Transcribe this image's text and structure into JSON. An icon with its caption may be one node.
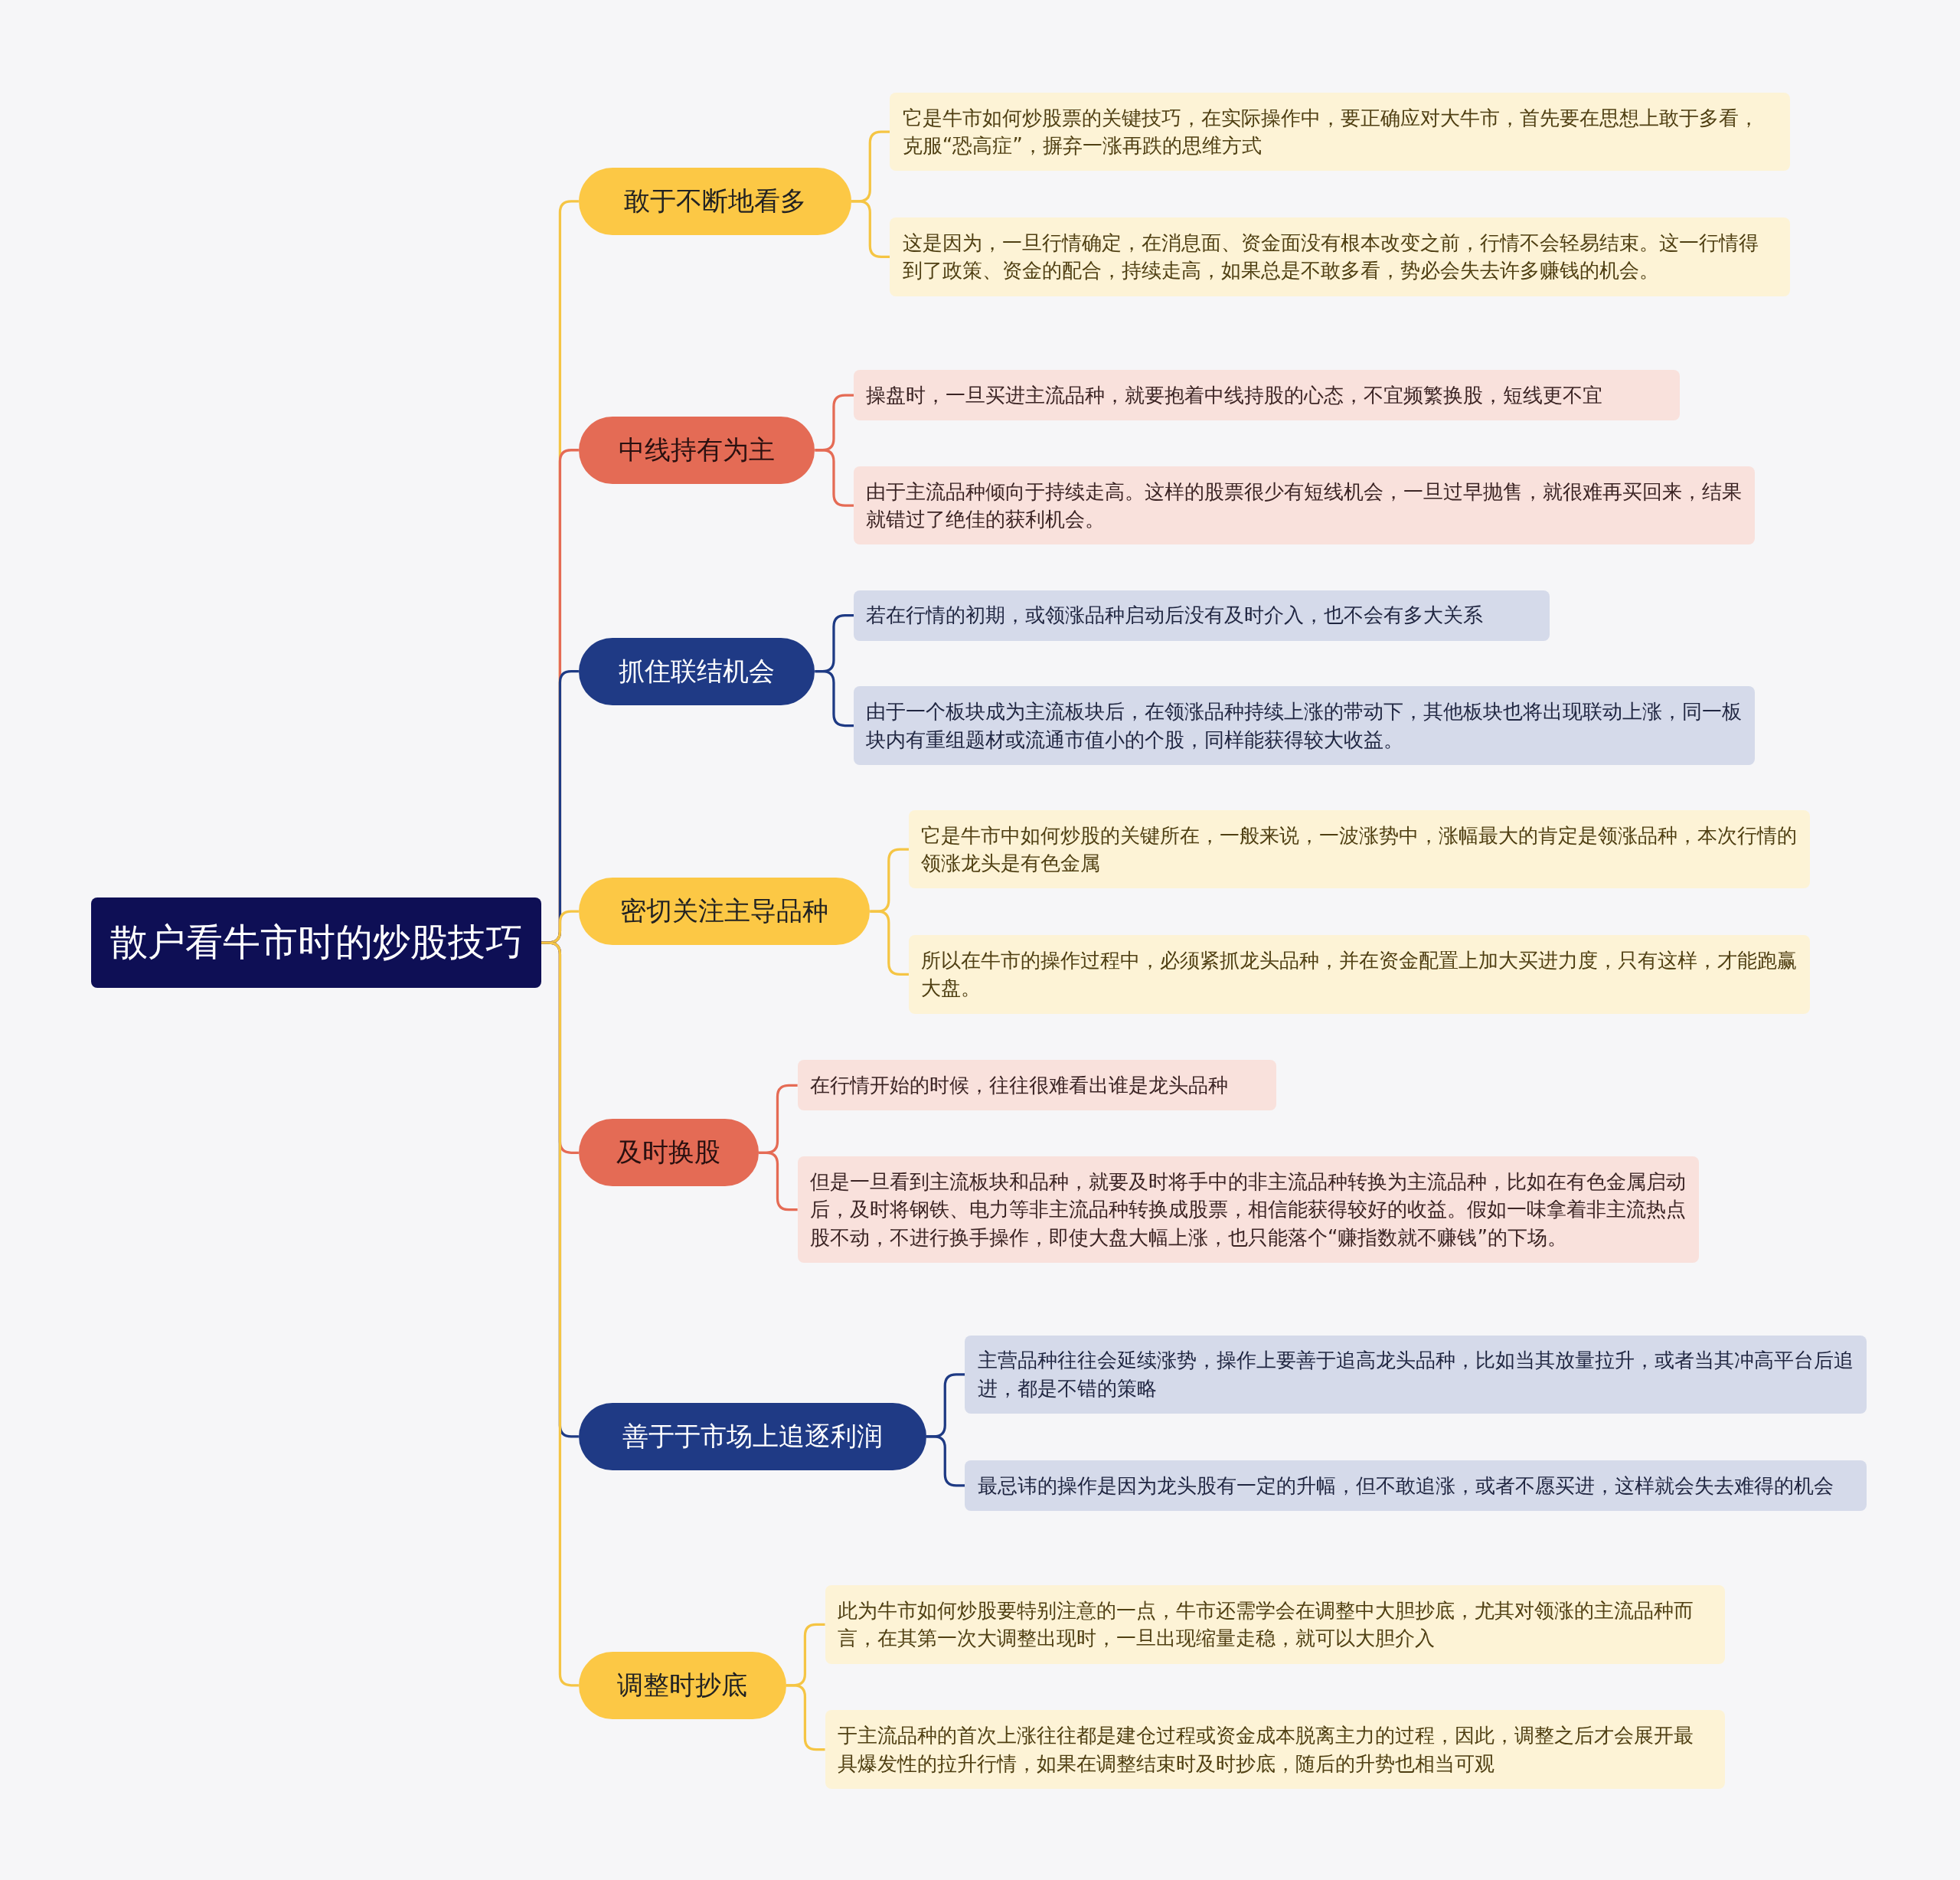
{
  "diagram": {
    "nodes": [
      {
        "text": [
          "散户看牛市时的炒股技巧"
        ]
      },
      {
        "text": [
          "敢于不断地看多"
        ]
      },
      {
        "text": [
          "它是牛市如何炒股票的关键技巧，在实际操作中，要正确应对大牛市，首先要在思想上敢于多看，克服“恐高症”，摒弃一涨再跌的思维方式"
        ]
      },
      {
        "text": [
          "这是因为，一旦行情确定，在消息面、资金面没有根本改变之前，行情不会轻易结束。这一行情得到了政策、资金的配合，持续走高，如果总是不敢多看，势必会失去许多赚钱的机会。"
        ]
      },
      {
        "text": [
          "中线持有为主"
        ]
      },
      {
        "text": [
          "操盘时，一旦买进主流品种，就要抱着中线持股的心态，不宜频繁换股，短线更不宜"
        ]
      },
      {
        "text": [
          "由于主流品种倾向于持续走高。这样的股票很少有短线机会，一旦过早抛售，就很难再买回来，结果就错过了绝佳的获利机会。"
        ]
      },
      {
        "text": [
          "抓住联结机会"
        ]
      },
      {
        "text": [
          "若在行情的初期，或领涨品种启动后没有及时介入，也不会有多大关系"
        ]
      },
      {
        "text": [
          "由于一个板块成为主流板块后，在领涨品种持续上涨的带动下，其他板块也将出现联动上涨，同一板块内有重组题材或流通市值小的个股，同样能获得较大收益。"
        ]
      },
      {
        "text": [
          "密切关注主导品种"
        ]
      },
      {
        "text": [
          "它是牛市中如何炒股的关键所在，一般来说，一波涨势中，涨幅最大的肯定是领涨品种，本次行情的领涨龙头是有色金属"
        ]
      },
      {
        "text": [
          "所以在牛市的操作过程中，必须紧抓龙头品种，并在资金配置上加大买进力度，只有这样，才能跑赢大盘。"
        ]
      },
      {
        "text": [
          "及时换股"
        ]
      },
      {
        "text": [
          "在行情开始的时候，往往很难看出谁是龙头品种"
        ]
      },
      {
        "text": [
          "但是一旦看到主流板块和品种，就要及时将手中的非主流品种转换为主流品种，比如在有色金属启动后，及时将钢铁、电力等非主流品种转换成股票，相信能获得较好的收益。假如一味拿着非主流热点股不动，不进行换手操作，即使大盘大幅上涨，也只能落个“赚指数就不赚钱”的下场。"
        ]
      },
      {
        "text": [
          "善于于市场上追逐利润"
        ]
      },
      {
        "text": [
          "主营品种往往会延续涨势，操作上要善于追高龙头品种，比如当其放量拉升，或者当其冲高平台后追进，都是不错的策略"
        ]
      },
      {
        "text": [
          "最忌讳的操作是因为龙头股有一定的升幅，但不敢追涨，或者不愿买进，这样就会失去难得的机会"
        ]
      },
      {
        "text": [
          "调整时抄底"
        ]
      },
      {
        "text": [
          "此为牛市如何炒股要特别注意的一点，牛市还需学会在调整中大胆抄底，尤其对领涨的主流品种而言，在其第一次大调整出现时，一旦出现缩量走稳，就可以大胆介入"
        ]
      },
      {
        "text": [
          "于主流品种的首次上涨往往都是建仓过程或资金成本脱离主力的过程，因此，调整之后才会展开最具爆发性的拉升行情，如果在调整结束时及时抄底，随后的升势也相当可观"
        ]
      }
    ],
    "edges": [
      {
        "from": 0,
        "to": 1,
        "arrow": "none"
      },
      {
        "from": 1,
        "to": 2,
        "arrow": "none"
      },
      {
        "from": 1,
        "to": 3,
        "arrow": "none"
      },
      {
        "from": 0,
        "to": 4,
        "arrow": "none",
        "color": "#e56b55"
      },
      {
        "from": 4,
        "to": 5,
        "arrow": "none",
        "color": "#e56b55"
      },
      {
        "from": 4,
        "to": 6,
        "arrow": "none",
        "color": "#e56b55"
      },
      {
        "from": 0,
        "to": 7,
        "arrow": "none",
        "color": "#1e3a84"
      },
      {
        "from": 7,
        "to": 8,
        "arrow": "none",
        "color": "#1e3a84"
      },
      {
        "from": 7,
        "to": 9,
        "arrow": "none",
        "color": "#1e3a84"
      },
      {
        "from": 0,
        "to": 10,
        "arrow": "none"
      },
      {
        "from": 10,
        "to": 11,
        "arrow": "none"
      },
      {
        "from": 10,
        "to": 12,
        "arrow": "none"
      },
      {
        "from": 0,
        "to": 13,
        "arrow": "none",
        "color": "#e56b55"
      },
      {
        "from": 13,
        "to": 14,
        "arrow": "none",
        "color": "#e56b55"
      },
      {
        "from": 13,
        "to": 15,
        "arrow": "none",
        "color": "#e56b55"
      },
      {
        "from": 0,
        "to": 16,
        "arrow": "none",
        "color": "#1e3a84"
      },
      {
        "from": 16,
        "to": 17,
        "arrow": "none",
        "color": "#1e3a84"
      },
      {
        "from": 16,
        "to": 18,
        "arrow": "none",
        "color": "#1e3a84"
      },
      {
        "from": 0,
        "to": 19,
        "arrow": "none"
      },
      {
        "from": 19,
        "to": 20,
        "arrow": "none"
      },
      {
        "from": 19,
        "to": 21,
        "arrow": "none"
      }
    ]
  }
}
